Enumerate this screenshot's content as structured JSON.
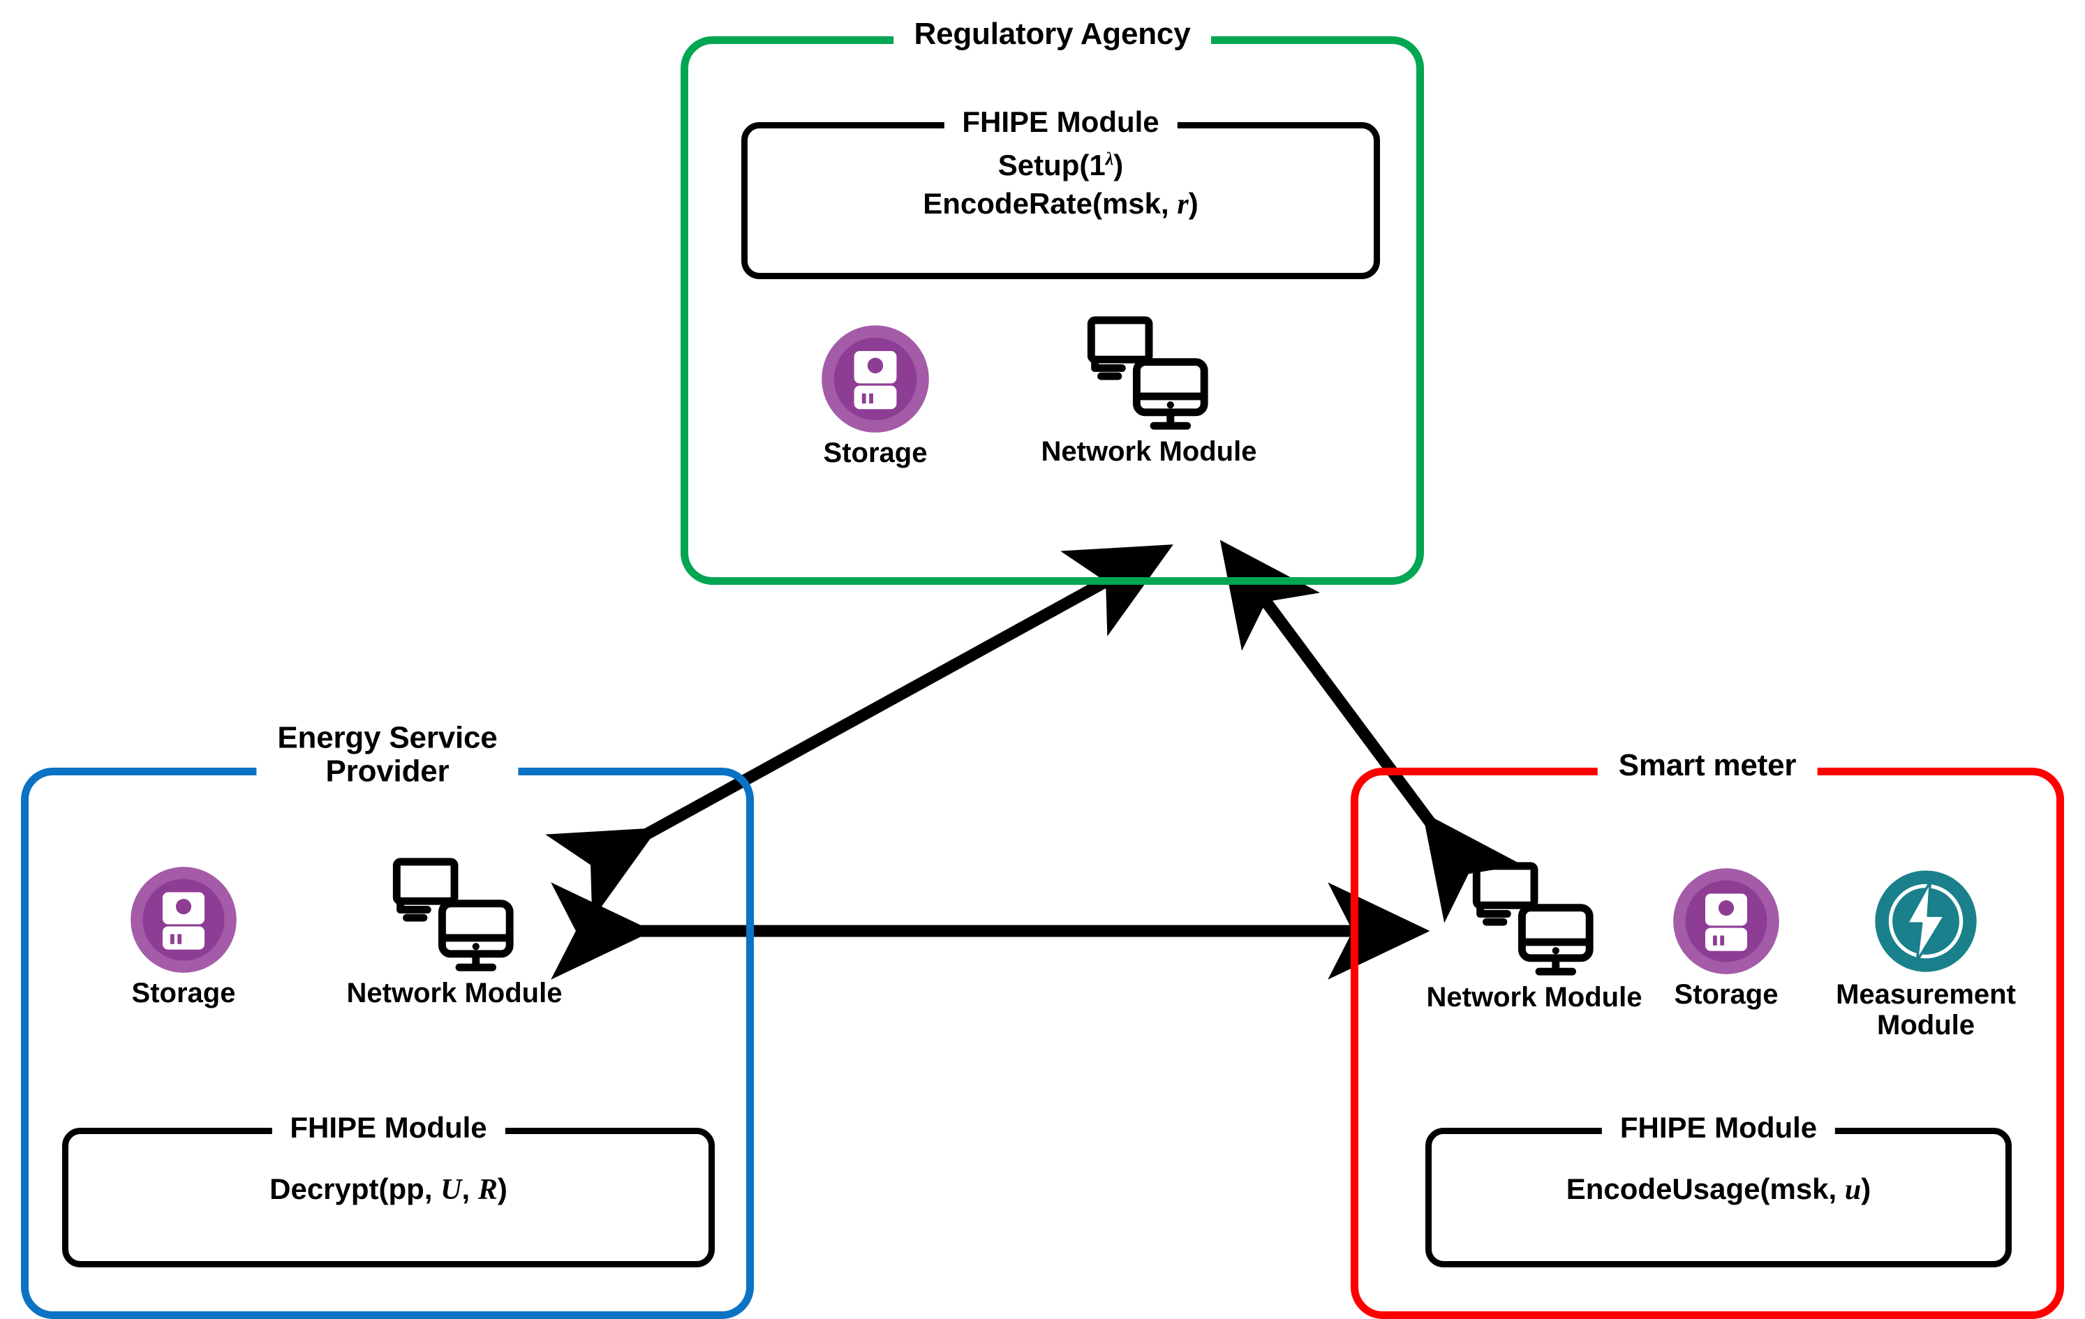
{
  "diagram": {
    "title_semantic": "FHIPE-based smart metering architecture",
    "colors": {
      "regulatory_agency_border": "#00a651",
      "energy_service_provider_border": "#0b72c4",
      "smart_meter_border": "#ff0000",
      "storage_icon_outer": "#a45ba8",
      "storage_icon_inner": "#8e3d95",
      "measurement_icon": "#19808c",
      "arrow": "#000000"
    }
  },
  "entities": {
    "regulatory_agency": {
      "title": "Regulatory Agency",
      "fhipe": {
        "title": "FHIPE Module",
        "lines": [
          "Setup(1^λ)",
          "EncodeRate(msk, r)"
        ]
      },
      "modules": [
        {
          "icon": "storage-icon",
          "label": "Storage"
        },
        {
          "icon": "network-module-icon",
          "label": "Network Module"
        }
      ]
    },
    "energy_service_provider": {
      "title": "Energy Service\nProvider",
      "fhipe": {
        "title": "FHIPE Module",
        "lines": [
          "Decrypt(pp, U, R)"
        ]
      },
      "modules": [
        {
          "icon": "storage-icon",
          "label": "Storage"
        },
        {
          "icon": "network-module-icon",
          "label": "Network Module"
        }
      ]
    },
    "smart_meter": {
      "title": "Smart meter",
      "fhipe": {
        "title": "FHIPE Module",
        "lines": [
          "EncodeUsage(msk, u)"
        ]
      },
      "modules": [
        {
          "icon": "network-module-icon",
          "label": "Network Module"
        },
        {
          "icon": "storage-icon",
          "label": "Storage"
        },
        {
          "icon": "measurement-module-icon",
          "label": "Measurement\nModule"
        }
      ]
    }
  },
  "connections": [
    {
      "from": "energy_service_provider",
      "to": "regulatory_agency",
      "style": "bidirectional"
    },
    {
      "from": "smart_meter",
      "to": "regulatory_agency",
      "style": "bidirectional"
    },
    {
      "from": "energy_service_provider",
      "to": "smart_meter",
      "style": "bidirectional"
    }
  ]
}
